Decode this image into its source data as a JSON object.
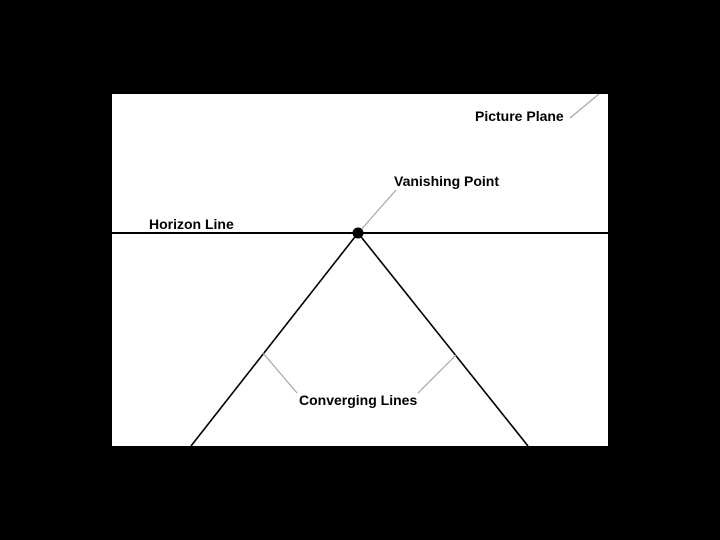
{
  "diagram": {
    "labels": {
      "picture_plane": "Picture Plane",
      "vanishing_point": "Vanishing Point",
      "horizon_line": "Horizon Line",
      "converging_lines": "Converging Lines"
    },
    "colors": {
      "page_background": "#000000",
      "picture_plane_fill": "#ffffff",
      "diagram_line": "#000000",
      "leader_line": "#a6a6a6",
      "label_text": "#000000",
      "vanishing_point_dot": "#000000"
    }
  }
}
